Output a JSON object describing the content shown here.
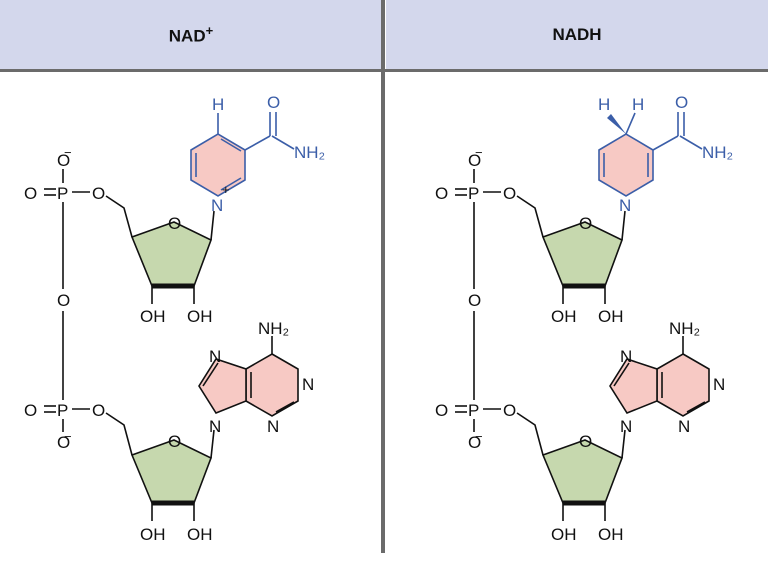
{
  "headers": {
    "left": "NAD",
    "left_sup": "+",
    "right": "NADH"
  },
  "labels": {
    "O": "O",
    "P": "P",
    "N": "N",
    "H": "H",
    "OH": "OH",
    "NH2": "NH₂",
    "minus": "−",
    "plus": "+"
  },
  "colors": {
    "header_bg": "#d3d7ec",
    "divider": "#6b6b6b",
    "ribose_fill": "#c6d8ae",
    "ring_fill": "#f7c9c4",
    "nicotinamide": "#3b5ea8"
  }
}
